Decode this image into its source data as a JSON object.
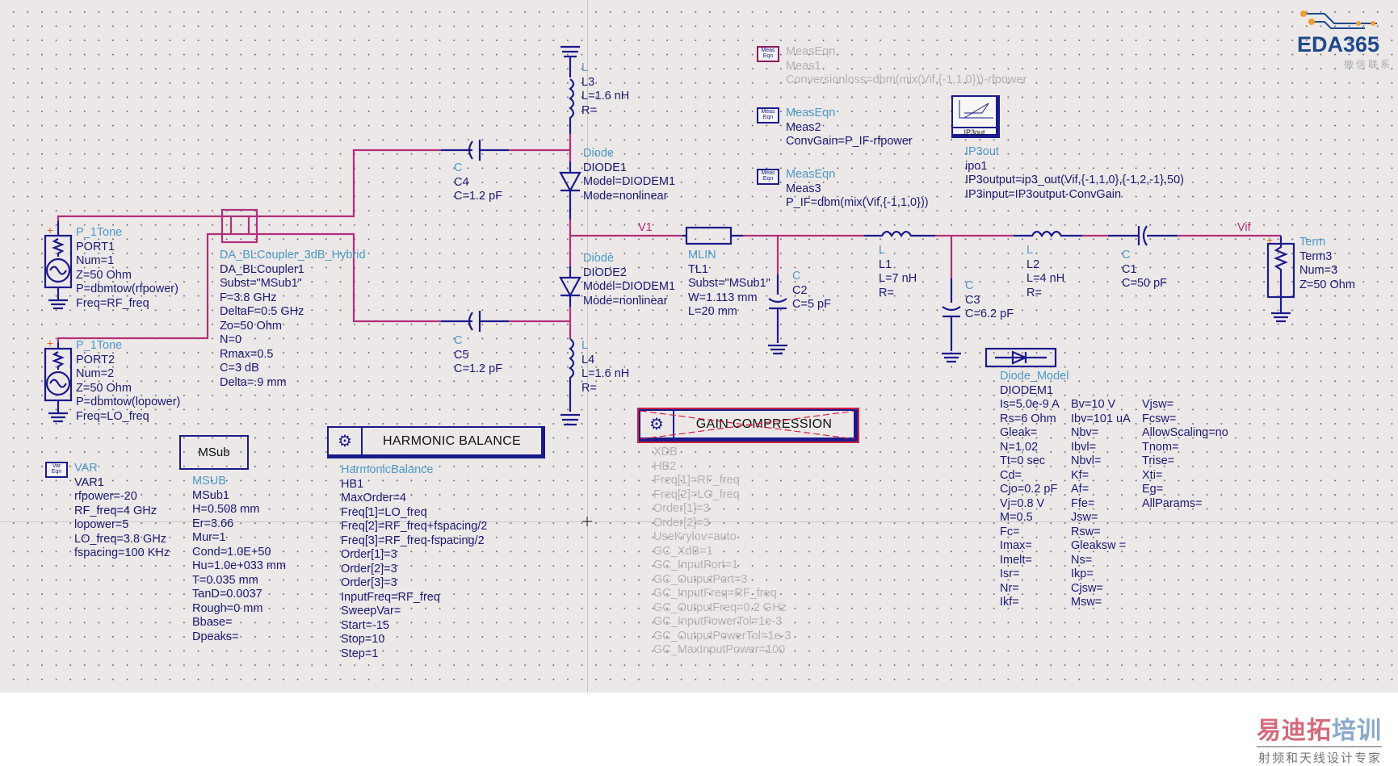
{
  "schematic": {
    "net_labels": {
      "v1": "V1",
      "vif": "Vif"
    },
    "port1": {
      "type": "P_1Tone",
      "lines": [
        "PORT1",
        "Num=1",
        "Z=50 Ohm",
        "P=dbmtow(rfpower)",
        "Freq=RF_freq"
      ]
    },
    "port2": {
      "type": "P_1Tone",
      "lines": [
        "PORT2",
        "Num=2",
        "Z=50 Ohm",
        "P=dbmtow(lopower)",
        "Freq=LO_freq"
      ]
    },
    "coupler": {
      "type": "DA_BLCoupler_3dB_Hybrid",
      "lines": [
        "DA_BLCoupler1",
        "Subst=\"MSub1\"",
        "F=3.8 GHz",
        "DeltaF=0.5 GHz",
        "Zo=50 Ohm",
        "N=0",
        "Rmax=0.5",
        "C=3 dB",
        "Delta=.9 mm"
      ]
    },
    "c4": {
      "type": "C",
      "lines": [
        "C4",
        "C=1.2 pF"
      ]
    },
    "c5": {
      "type": "C",
      "lines": [
        "C5",
        "C=1.2 pF"
      ]
    },
    "l3": {
      "type": "L",
      "lines": [
        "L3",
        "L=1.6 nH",
        "R="
      ]
    },
    "l4": {
      "type": "L",
      "lines": [
        "L4",
        "L=1.6 nH",
        "R="
      ]
    },
    "diode1": {
      "type": "Diode",
      "lines": [
        "DIODE1",
        "Model=DIODEM1",
        "Mode=nonlinear"
      ]
    },
    "diode2": {
      "type": "Diode",
      "lines": [
        "DIODE2",
        "Model=DIODEM1",
        "Mode=nonlinear"
      ]
    },
    "tl1": {
      "type": "MLIN",
      "lines": [
        "TL1",
        "Subst=\"MSub1\"",
        "W=1.113 mm",
        "L=20 mm"
      ]
    },
    "c2": {
      "type": "C",
      "lines": [
        "C2",
        "C=5 pF"
      ]
    },
    "l1": {
      "type": "L",
      "lines": [
        "L1",
        "L=7 nH",
        "R="
      ]
    },
    "c3": {
      "type": "C",
      "lines": [
        "C3",
        "C=6.2 pF"
      ]
    },
    "l2": {
      "type": "L",
      "lines": [
        "L2",
        "L=4 nH",
        "R="
      ]
    },
    "c1": {
      "type": "C",
      "lines": [
        "C1",
        "C=50 pF"
      ]
    },
    "term3": {
      "type": "Term",
      "lines": [
        "Term3",
        "Num=3",
        "Z=50 Ohm"
      ]
    },
    "var1": {
      "icon": "Var Eqn",
      "type": "VAR",
      "lines": [
        "VAR1",
        "rfpower=-20",
        "RF_freq=4 GHz",
        "lopower=5",
        "LO_freq=3.8 GHz",
        "fspacing=100 KHz"
      ]
    },
    "msub": {
      "box_label": "MSub",
      "type": "MSUB",
      "lines": [
        "MSub1",
        "H=0.508 mm",
        "Er=3.66",
        "Mur=1",
        "Cond=1.0E+50",
        "Hu=1.0e+033 mm",
        "T=0.035 mm",
        "TanD=0.0037",
        "Rough=0 mm",
        "Bbase=",
        "Dpeaks="
      ]
    },
    "hb": {
      "title": "HARMONIC BALANCE",
      "type": "HarmonicBalance",
      "lines": [
        "HB1",
        "MaxOrder=4",
        "Freq[1]=LO_freq",
        "Freq[2]=RF_freq+fspacing/2",
        "Freq[3]=RF_freq-fspacing/2",
        "Order[1]=3",
        "Order[2]=3",
        "Order[3]=3",
        "InputFreq=RF_freq",
        "SweepVar=",
        "Start=-15",
        "Stop=10",
        "Step=1"
      ]
    },
    "gc": {
      "title": "GAIN COMPRESSION",
      "type": "XDB",
      "disabled": true,
      "lines": [
        "HB2",
        "Freq[1]=RF_freq",
        "Freq[2]=LO_freq",
        "Order[1]=3",
        "Order[2]=3",
        "UseKrylov=auto",
        "GC_XdB=1",
        "GC_InputPort=1",
        "GC_OutputPort=3",
        "GC_InputFreq=RF_freq",
        "GC_OutputFreq=0.2 GHz",
        "GC_InputPowerTol=1e-3",
        "GC_OutputPowerTol=1e-3",
        "GC_MaxInputPower=100"
      ]
    },
    "meas1": {
      "icon": "Meas Eqn",
      "type": "MeasEqn",
      "disabled": true,
      "lines": [
        "Meas1",
        "Conversionloss=dbm(mix(Vif,{-1,1,0}))-rfpower"
      ]
    },
    "meas2": {
      "icon": "Meas Eqn",
      "type": "MeasEqn",
      "lines": [
        "Meas2",
        "ConvGain=P_IF-rfpower"
      ]
    },
    "meas3": {
      "icon": "Meas Eqn",
      "type": "MeasEqn",
      "lines": [
        "Meas3",
        "P_IF=dbm(mix(Vif,{-1,1,0}))"
      ]
    },
    "ip3": {
      "box_label": "IP3out",
      "type": "IP3out",
      "lines": [
        "ipo1",
        "IP3output=ip3_out(Vif,{-1,1,0},{-1,2,-1},50)",
        "IP3input=IP3output-ConvGain"
      ]
    },
    "diode_model": {
      "type": "Diode_Model",
      "name": "DIODEM1",
      "col1": [
        "Is=5.0e-9 A",
        "Rs=6 Ohm",
        "Gleak=",
        "N=1.02",
        "Tt=0 sec",
        "Cd=",
        "Cjo=0.2 pF",
        "Vj=0.8 V",
        "M=0.5",
        "Fc=",
        "Imax=",
        "Imelt=",
        "Isr=",
        "Nr=",
        "Ikf="
      ],
      "col2": [
        "Bv=10 V",
        "Ibv=101 uA",
        "Nbv=",
        "Ibvl=",
        "Nbvl=",
        "Kf=",
        "Af=",
        "Ffe=",
        "Jsw=",
        "Rsw=",
        "Gleaksw =",
        "Ns=",
        "Ikp=",
        "Cjsw=",
        "Msw="
      ],
      "col3": [
        "Vjsw=",
        "Fcsw=",
        "AllowScaling=no",
        "Tnom=",
        "Trise=",
        "Xti=",
        "Eg=",
        "AllParams="
      ]
    }
  },
  "watermarks": {
    "eda_logo": "EDA365",
    "eda_sub": "微信联系",
    "brand_a": "易迪拓",
    "brand_b": "培训",
    "brand_sub": "射频和天线设计专家"
  },
  "colors": {
    "wire": "#b0307a",
    "component": "#1a1a8c",
    "type_label": "#4a9ac8",
    "background": "#ede8e8"
  }
}
